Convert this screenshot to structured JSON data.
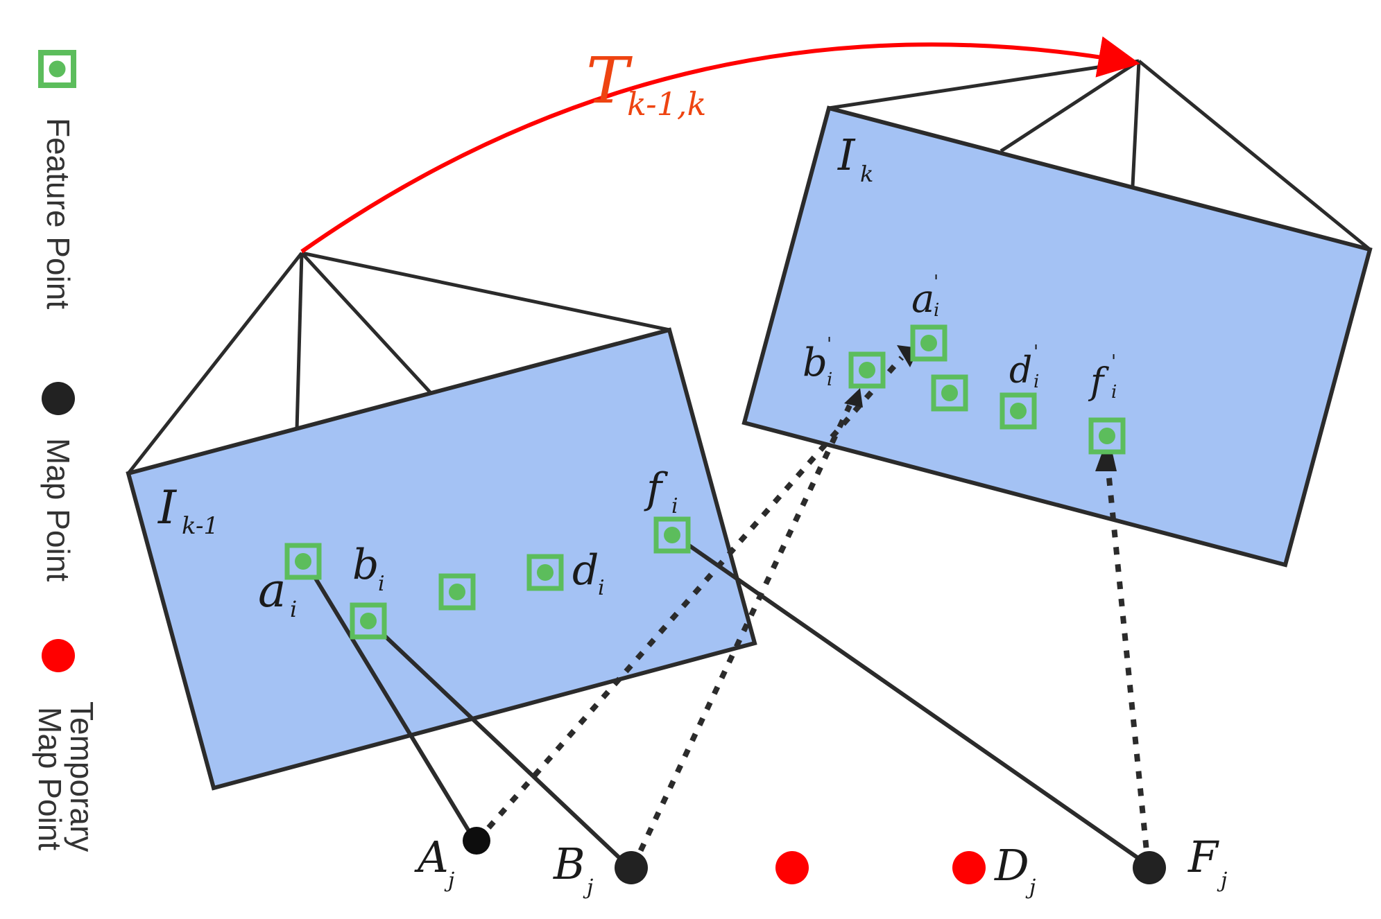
{
  "colors": {
    "image_plane_fill": "#a4c2f4",
    "frame_stroke": "#2b2b2b",
    "feature_box": "#5cbd5c",
    "feature_dot": "#5cbd5c",
    "map_point": "#222222",
    "map_point_A": "#0d0d0d",
    "temporary_map_point": "#ff0000",
    "transform_arrow": "#ff0000",
    "transform_label": "#ee4411"
  },
  "legend": {
    "feature_point": {
      "label": "Feature Point",
      "icon": "feature-point-icon"
    },
    "map_point": {
      "label": "Map Point",
      "icon": "map-point-icon"
    },
    "temporary_map_point": {
      "label_line1": "Temporary",
      "label_line2": "Map Point",
      "icon": "temporary-map-point-icon"
    }
  },
  "transform": {
    "symbol": "T",
    "subscript": "k-1,k"
  },
  "frames": {
    "previous": {
      "symbol": "I",
      "subscript": "k-1"
    },
    "current": {
      "symbol": "I",
      "subscript": "k"
    }
  },
  "feature_labels_prev": {
    "a": {
      "base": "a",
      "sub": "i"
    },
    "b": {
      "base": "b",
      "sub": "i"
    },
    "d": {
      "base": "d",
      "sub": "i"
    },
    "f": {
      "base": "f",
      "sub": "i"
    }
  },
  "feature_labels_curr": {
    "a": {
      "base": "a",
      "sup": "'",
      "sub": "i"
    },
    "b": {
      "base": "b",
      "sup": "'",
      "sub": "i"
    },
    "d": {
      "base": "d",
      "sup": "'",
      "sub": "i"
    },
    "f": {
      "base": "f",
      "sup": "'",
      "sub": "i"
    }
  },
  "map_points": {
    "A": {
      "base": "A",
      "sub": "j"
    },
    "B": {
      "base": "B",
      "sub": "j"
    },
    "D": {
      "base": "D",
      "sub": "j"
    },
    "F": {
      "base": "F",
      "sub": "j"
    }
  }
}
